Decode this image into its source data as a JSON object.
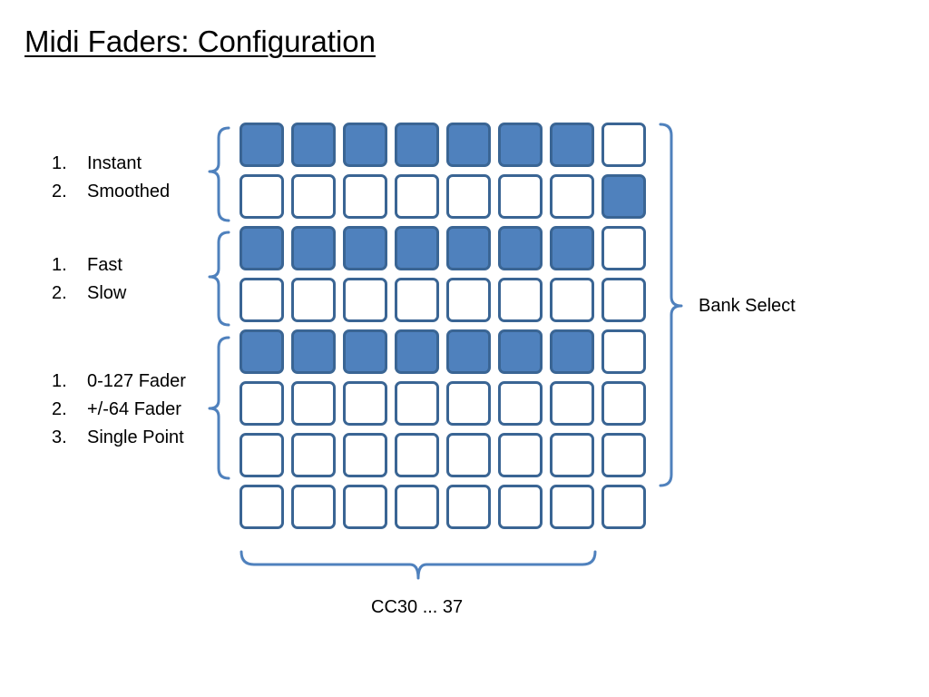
{
  "title": "Midi Faders: Configuration",
  "option_groups": [
    {
      "items": [
        {
          "num": "1.",
          "text": "Instant"
        },
        {
          "num": "2.",
          "text": "Smoothed"
        }
      ]
    },
    {
      "items": [
        {
          "num": "1.",
          "text": "Fast"
        },
        {
          "num": "2.",
          "text": "Slow"
        }
      ]
    },
    {
      "items": [
        {
          "num": "1.",
          "text": "0-127 Fader"
        },
        {
          "num": "2.",
          "text": "+/-64 Fader"
        },
        {
          "num": "3.",
          "text": "Single Point"
        }
      ]
    }
  ],
  "grid": {
    "rows": 8,
    "cols": 8,
    "lit_pads": [
      [
        1,
        1,
        1,
        1,
        1,
        1,
        1,
        0
      ],
      [
        0,
        0,
        0,
        0,
        0,
        0,
        0,
        1
      ],
      [
        1,
        1,
        1,
        1,
        1,
        1,
        1,
        0
      ],
      [
        0,
        0,
        0,
        0,
        0,
        0,
        0,
        0
      ],
      [
        1,
        1,
        1,
        1,
        1,
        1,
        1,
        0
      ],
      [
        0,
        0,
        0,
        0,
        0,
        0,
        0,
        0
      ],
      [
        0,
        0,
        0,
        0,
        0,
        0,
        0,
        0
      ],
      [
        0,
        0,
        0,
        0,
        0,
        0,
        0,
        0
      ]
    ]
  },
  "bank_select_label": "Bank Select",
  "cc_label": "CC30 ... 37",
  "colors": {
    "pad_on": "#4f81bd",
    "pad_off": "#ffffff",
    "pad_border": "#3a6594",
    "brace": "#4f81bd"
  }
}
